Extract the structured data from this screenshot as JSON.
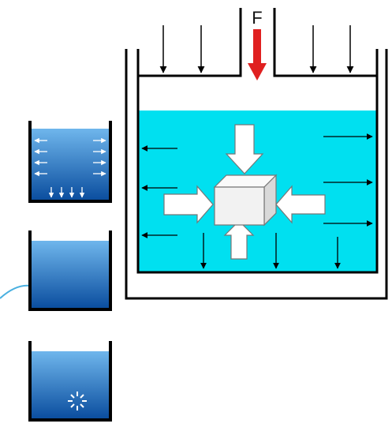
{
  "force_label": "F",
  "colors": {
    "water_main": "#00e0f0",
    "beaker_top": "#5aa9e6",
    "beaker_bottom": "#0a4fa3",
    "force_arrow": "#e02020",
    "wall": "#000000",
    "block_face": "#f2f2f2",
    "pipe": "#4ab0e0"
  },
  "icons": {
    "force": "red-down-arrow",
    "pressure_arrows": "black-arrows",
    "block": "cube-under-pressure",
    "bubble": "star-burst"
  }
}
